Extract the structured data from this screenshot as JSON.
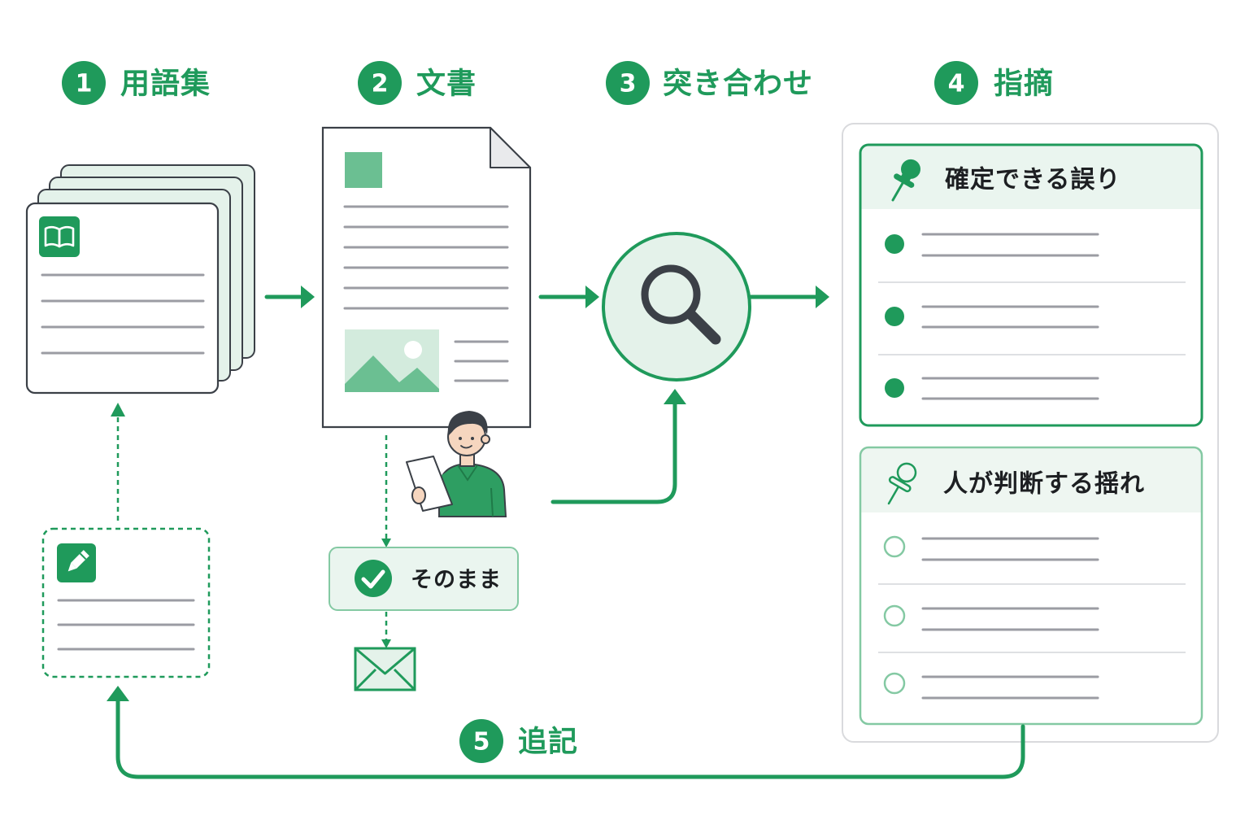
{
  "steps": [
    {
      "number": "1",
      "label": "用語集"
    },
    {
      "number": "2",
      "label": "文書"
    },
    {
      "number": "3",
      "label": "突き合わせ"
    },
    {
      "number": "4",
      "label": "指摘"
    },
    {
      "number": "5",
      "label": "追記"
    }
  ],
  "passthrough": {
    "label": "そのまま"
  },
  "findings": {
    "confirmed": {
      "title": "確定できる誤り"
    },
    "judgment": {
      "title": "人が判断する揺れ"
    }
  },
  "icons": {
    "glossary": "book-icon",
    "document_image": "image-icon",
    "reviewer": "person-reading-icon",
    "compare": "magnifier-icon",
    "passthrough": "check-icon",
    "send": "envelope-icon",
    "confirmed": "pin-icon",
    "judgment": "pin-outline-icon",
    "draft": "pencil-icon"
  },
  "colors": {
    "accent": "#1f9a5b",
    "accent_pale": "#e4f2ea",
    "accent_mid": "#6bbf92",
    "accent_soft": "#84c9a3",
    "header_fill": "#eaf5ef",
    "line_gray": "#9b9ca3",
    "stroke_dark": "#3b4047",
    "text_dark": "#1d1f22"
  }
}
